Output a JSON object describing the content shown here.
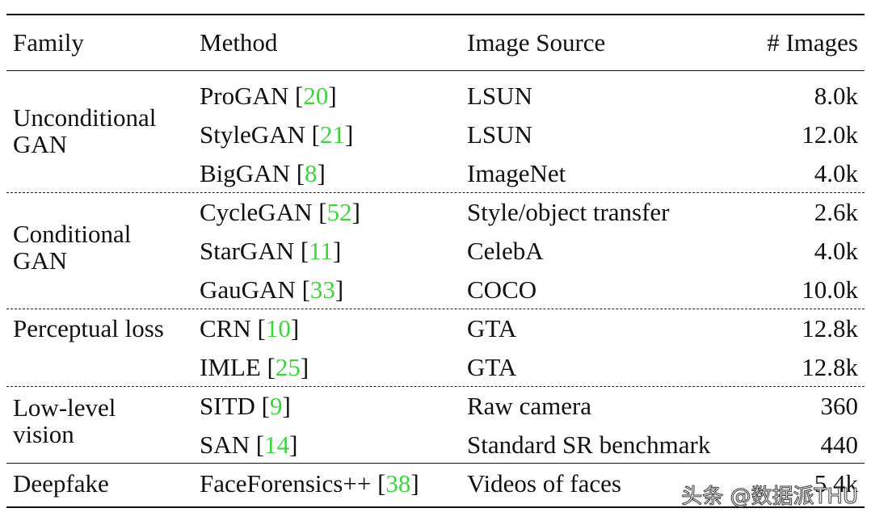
{
  "table": {
    "headers": {
      "family": "Family",
      "method": "Method",
      "source": "Image Source",
      "images": "# Images"
    },
    "groups": [
      {
        "family": "Unconditional GAN",
        "rows": [
          {
            "method": "ProGAN",
            "ref": "20",
            "source": "LSUN",
            "images": "8.0k"
          },
          {
            "method": "StyleGAN",
            "ref": "21",
            "source": "LSUN",
            "images": "12.0k"
          },
          {
            "method": "BigGAN",
            "ref": "8",
            "source": "ImageNet",
            "images": "4.0k"
          }
        ]
      },
      {
        "family": "Conditional GAN",
        "rows": [
          {
            "method": "CycleGAN",
            "ref": "52",
            "source": "Style/object transfer",
            "images": "2.6k"
          },
          {
            "method": "StarGAN",
            "ref": "11",
            "source": "CelebA",
            "images": "4.0k"
          },
          {
            "method": "GauGAN",
            "ref": "33",
            "source": "COCO",
            "images": "10.0k"
          }
        ]
      },
      {
        "family": "Perceptual loss",
        "rows": [
          {
            "method": "CRN",
            "ref": "10",
            "source": "GTA",
            "images": "12.8k"
          },
          {
            "method": "IMLE",
            "ref": "25",
            "source": "GTA",
            "images": "12.8k"
          }
        ]
      },
      {
        "family": "Low-level vision",
        "rows": [
          {
            "method": "SITD",
            "ref": "9",
            "source": "Raw camera",
            "images": "360"
          },
          {
            "method": "SAN",
            "ref": "14",
            "source": "Standard SR benchmark",
            "images": "440"
          }
        ]
      },
      {
        "family": "Deepfake",
        "rows": [
          {
            "method": "FaceForensics++",
            "ref": "38",
            "source": "Videos of faces",
            "images": "5.4k"
          }
        ]
      }
    ]
  },
  "colors": {
    "reference_link": "#3ed43e",
    "text": "#111111"
  },
  "watermark": {
    "text": "头条 @数据派THU"
  }
}
